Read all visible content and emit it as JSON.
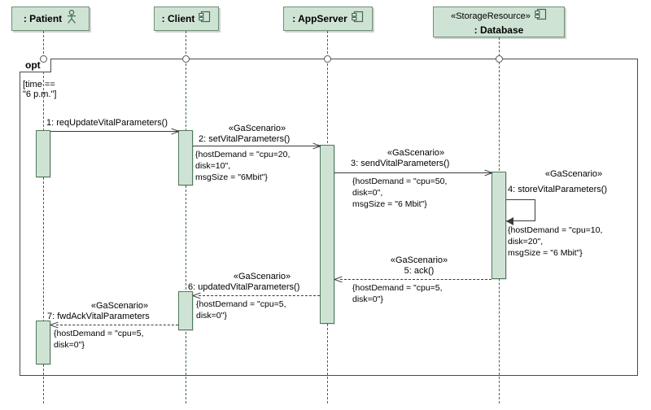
{
  "diagram": {
    "type": "uml-sequence-diagram",
    "fragment": {
      "operator": "opt",
      "guard": "[time ==\n\"6 p.m.\"]"
    },
    "lifelines": [
      {
        "id": "patient",
        "label": ": Patient",
        "stereotype": "",
        "icon": "actor-icon"
      },
      {
        "id": "client",
        "label": ": Client",
        "stereotype": "",
        "icon": "component-icon"
      },
      {
        "id": "appserver",
        "label": ": AppServer",
        "stereotype": "",
        "icon": "component-icon"
      },
      {
        "id": "database",
        "label": ": Database",
        "stereotype": "«StorageResource»",
        "icon": "component-icon"
      }
    ],
    "messages": [
      {
        "seq": "1",
        "name": "reqUpdateVitalParameters()",
        "label": "1: reqUpdateVitalParameters()",
        "stereotype": "",
        "from": "patient",
        "to": "client",
        "kind": "call",
        "annotation": ""
      },
      {
        "seq": "2",
        "name": "setVitalParameters()",
        "label": "2: setVitalParameters()",
        "stereotype": "«GaScenario»",
        "from": "client",
        "to": "appserver",
        "kind": "call",
        "annotation": "{hostDemand = \"cpu=20,\ndisk=10\",\nmsgSize = \"6Mbit\"}"
      },
      {
        "seq": "3",
        "name": "sendVitalParameters()",
        "label": "3: sendVitalParameters()",
        "stereotype": "«GaScenario»",
        "from": "appserver",
        "to": "database",
        "kind": "call",
        "annotation": "{hostDemand = \"cpu=50,\ndisk=0\",\nmsgSize = \"6 Mbit\"}"
      },
      {
        "seq": "4",
        "name": "storeVitalParameters()",
        "label": "4: storeVitalParameters()",
        "stereotype": "«GaScenario»",
        "from": "database",
        "to": "database",
        "kind": "self-call",
        "annotation": "{hostDemand = \"cpu=10,\ndisk=20\",\nmsgSize = \"6 Mbit\"}"
      },
      {
        "seq": "5",
        "name": "ack()",
        "label": "5: ack()",
        "stereotype": "«GaScenario»",
        "from": "database",
        "to": "appserver",
        "kind": "return",
        "annotation": "{hostDemand = \"cpu=5,\ndisk=0\"}"
      },
      {
        "seq": "6",
        "name": "updatedVitalParameters()",
        "label": "6: updatedVitalParameters()",
        "stereotype": "«GaScenario»",
        "from": "appserver",
        "to": "client",
        "kind": "return",
        "annotation": "{hostDemand = \"cpu=5,\ndisk=0\"}"
      },
      {
        "seq": "7",
        "name": "fwdAckVitalParameters",
        "label": "7: fwdAckVitalParameters",
        "stereotype": "«GaScenario»",
        "from": "client",
        "to": "patient",
        "kind": "return",
        "annotation": "{hostDemand = \"cpu=5,\ndisk=0\"}"
      }
    ],
    "colors": {
      "box_fill": "#cfe3d4",
      "box_border": "#6e8f78",
      "activation_border": "#4e7a5c",
      "lifeline": "#3f6b52",
      "frame_border": "#4a4a4a",
      "message": "#3a3a3a",
      "background": "#ffffff"
    }
  }
}
